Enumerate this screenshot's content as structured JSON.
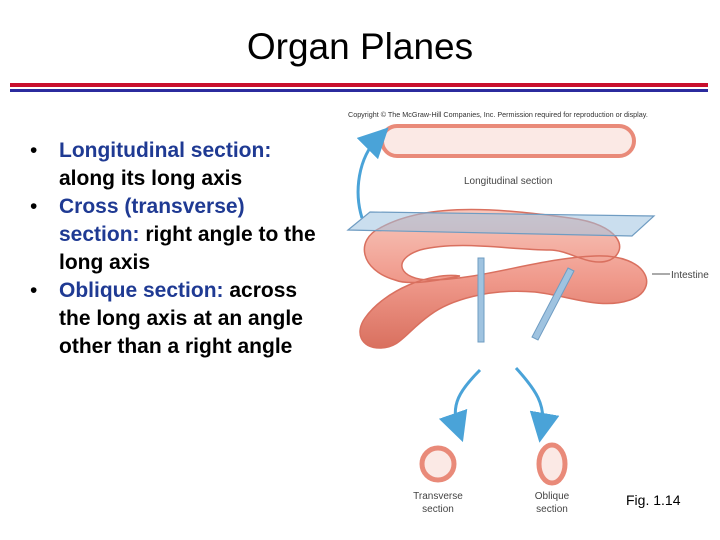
{
  "slide": {
    "title": "Organ Planes",
    "bullets": [
      {
        "term": "Longitudinal section:",
        "desc": " along its long axis"
      },
      {
        "term": "Cross (transverse) section:",
        "desc": "  right angle to the long axis"
      },
      {
        "term": "Oblique section:",
        "desc": " across the long axis at an angle other than a right angle"
      }
    ],
    "caption": "Fig. 1.14"
  },
  "figure": {
    "copyright": "Copyright © The McGraw-Hill Companies, Inc. Permission required for reproduction or display.",
    "labels": {
      "longitudinal": "Longitudinal section",
      "intestine": "Intestine",
      "transverse_1": "Transverse",
      "transverse_2": "section",
      "oblique_1": "Oblique",
      "oblique_2": "section"
    }
  },
  "colors": {
    "tissue": "#f09a8c",
    "tissue_dark": "#d9705f",
    "tissue_light": "#f8c7bc",
    "arrow": "#4aa3d8",
    "plane": "#9fc3e0",
    "title_rule_red": "#c8102e",
    "title_rule_blue": "#2b2b9e",
    "term_blue": "#1f3a93"
  }
}
